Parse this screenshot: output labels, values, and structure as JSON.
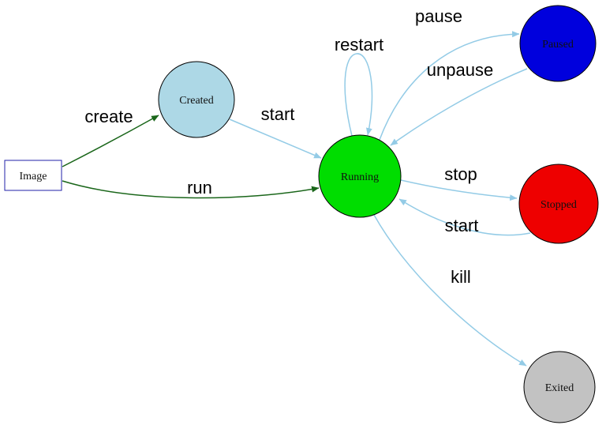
{
  "colors": {
    "edge_blue": "#93cbe6",
    "edge_green": "#1a661a",
    "node_border": "#000000",
    "image_border": "#2222aa"
  },
  "diagram": {
    "nodes": {
      "image": {
        "label": "Image",
        "shape": "rectangle",
        "fill": "#ffffff"
      },
      "created": {
        "label": "Created",
        "shape": "circle",
        "fill": "#add8e6"
      },
      "running": {
        "label": "Running",
        "shape": "circle",
        "fill": "#00dd00"
      },
      "paused": {
        "label": "Paused",
        "shape": "circle",
        "fill": "#0000dd"
      },
      "stopped": {
        "label": "Stopped",
        "shape": "circle",
        "fill": "#ee0000"
      },
      "exited": {
        "label": "Exited",
        "shape": "circle",
        "fill": "#c2c2c2"
      }
    },
    "edges": {
      "create": {
        "label": "create",
        "from": "image",
        "to": "running_created",
        "color": "#1a661a"
      },
      "run": {
        "label": "run",
        "from": "image",
        "to": "running",
        "color": "#1a661a"
      },
      "start": {
        "label": "start",
        "from": "created",
        "to": "running",
        "color": "#93cbe6"
      },
      "restart": {
        "label": "restart",
        "from": "running",
        "to": "running",
        "color": "#93cbe6"
      },
      "pause": {
        "label": "pause",
        "from": "running",
        "to": "paused",
        "color": "#93cbe6"
      },
      "unpause": {
        "label": "unpause",
        "from": "paused",
        "to": "running",
        "color": "#93cbe6"
      },
      "stop": {
        "label": "stop",
        "from": "running",
        "to": "stopped",
        "color": "#93cbe6"
      },
      "start2": {
        "label": "start",
        "from": "stopped",
        "to": "running",
        "color": "#93cbe6"
      },
      "kill": {
        "label": "kill",
        "from": "running",
        "to": "exited",
        "color": "#93cbe6"
      }
    }
  }
}
